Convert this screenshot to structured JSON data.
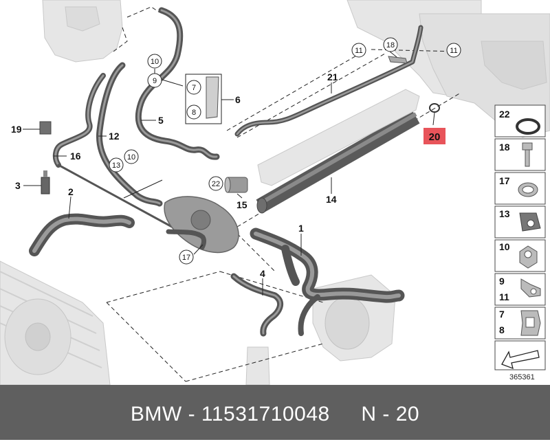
{
  "caption": {
    "brand": "BMW",
    "separator": "-",
    "part_number": "11531710048",
    "ref_label": "N - 20"
  },
  "diagram": {
    "reference_id": "365361",
    "labels": {
      "p1": "1",
      "p2": "2",
      "p3": "3",
      "p4": "4",
      "p5": "5",
      "p6": "6",
      "p7": "7",
      "p8": "8",
      "p9": "9",
      "p10": "10",
      "p11": "11",
      "p12": "12",
      "p13": "13",
      "p14": "14",
      "p15": "15",
      "p16": "16",
      "p17": "17",
      "p18": "18",
      "p19": "19",
      "p20": "20",
      "p21": "21",
      "p22": "22"
    },
    "highlight_color": "#e8545a"
  },
  "sidebar": {
    "items": [
      {
        "label": "22",
        "sub": ""
      },
      {
        "label": "18",
        "sub": ""
      },
      {
        "label": "17",
        "sub": ""
      },
      {
        "label": "13",
        "sub": ""
      },
      {
        "label": "10",
        "sub": ""
      },
      {
        "label": "9",
        "sub": "11"
      },
      {
        "label": "7",
        "sub": "8"
      },
      {
        "label": "",
        "sub": ""
      }
    ]
  }
}
